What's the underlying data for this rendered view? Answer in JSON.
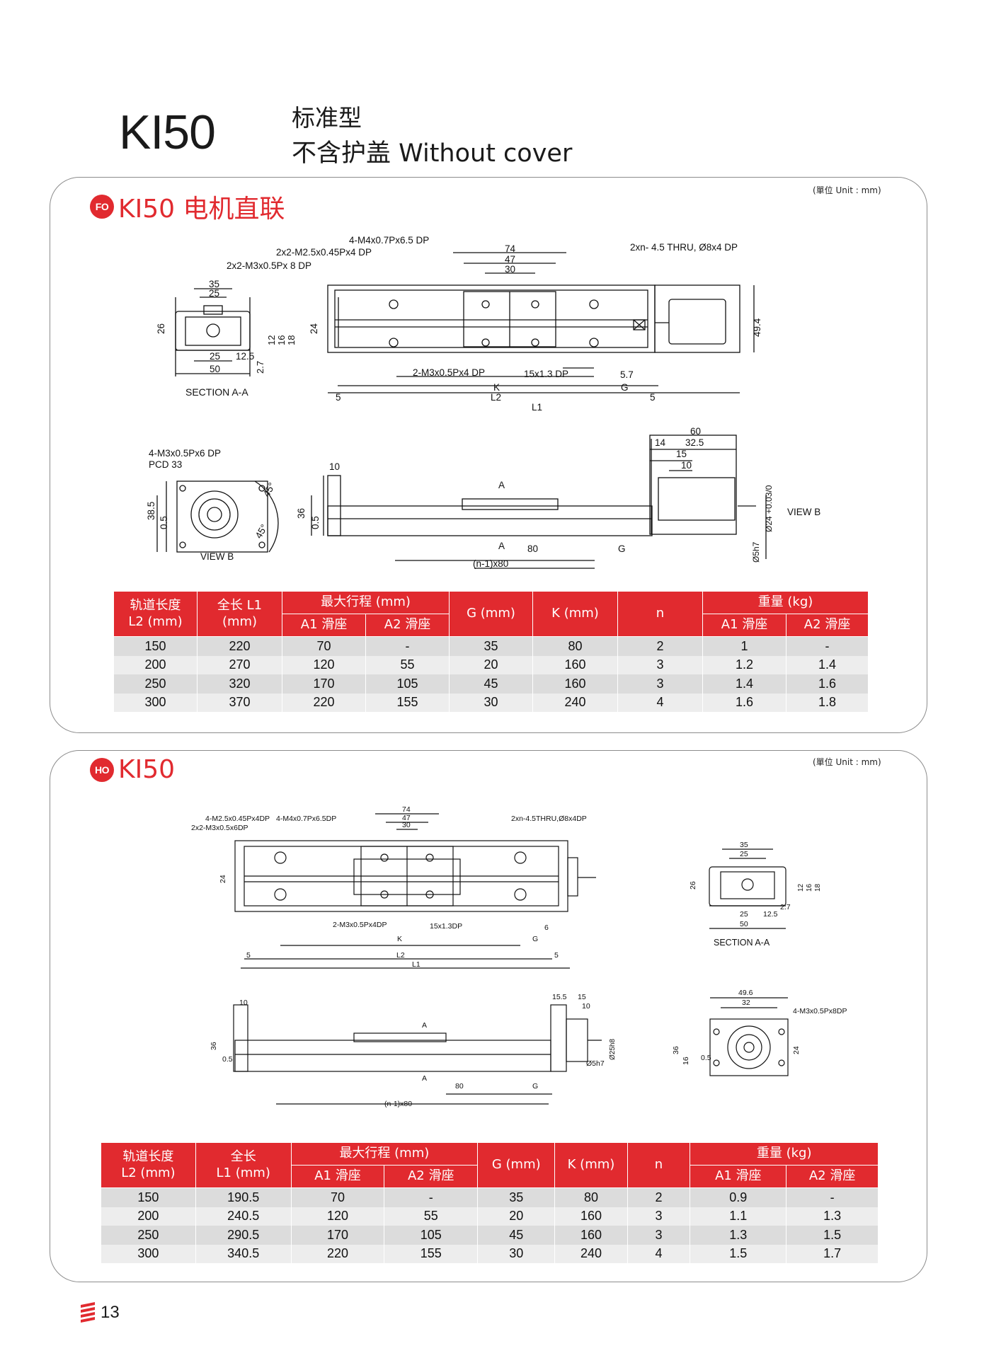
{
  "header": {
    "model": "KI50",
    "subtitle_line1": "标准型",
    "subtitle_line2": "不含护盖 Without cover"
  },
  "colors": {
    "accent": "#e12a2f",
    "row_odd": "#dcdcdc",
    "row_even": "#ededed"
  },
  "section_fo": {
    "badge": "FO",
    "title": "KI50 电机直联",
    "unit_note": "(單位 Unit : mm)",
    "drawing_labels": {
      "callout_m4": "4-M4x0.7Px6.5 DP",
      "callout_m25": "2x2-M2.5x0.45Px4 DP",
      "callout_m3": "2x2-M3x0.5Px 8 DP",
      "callout_thru": "2xn- 4.5 THRU, Ø8x4 DP",
      "callout_m3_bottom": "2-M3x0.5Px4 DP",
      "callout_15x13": "15x1.3 DP",
      "dim_74": "74",
      "dim_47": "47",
      "dim_30": "30",
      "dim_35": "35",
      "dim_25": "25",
      "dim_26": "26",
      "dim_24": "24",
      "dim_12": "12",
      "dim_16": "16",
      "dim_18": "18",
      "dim_25b": "25",
      "dim_125": "12.5",
      "dim_27": "2.7",
      "dim_50": "50",
      "dim_494": "49.4",
      "dim_57": "5.7",
      "dim_k": "K",
      "dim_g": "G",
      "dim_l2": "L2",
      "dim_l1": "L1",
      "dim_5a": "5",
      "dim_5b": "5",
      "section_aa": "SECTION A-A",
      "callout_pcd_1": "4-M3x0.5Px6 DP",
      "callout_pcd_2": "PCD 33",
      "dim_385": "38.5",
      "dim_05": "0.5",
      "dim_45a": "45°",
      "dim_45b": "45°",
      "view_b": "VIEW B",
      "dim_10": "10",
      "dim_36": "36",
      "dim_05b": "0.5",
      "label_a_top": "A",
      "label_a_bottom": "A",
      "dim_80": "80",
      "dim_g2": "G",
      "dim_n1x80": "(n-1)x80",
      "dim_60": "60",
      "dim_14": "14",
      "dim_325": "32.5",
      "dim_15": "15",
      "dim_10b": "10",
      "dim_24tol": "Ø24 +0.03/0",
      "dim_5h7": "Ø5h7",
      "view_b_arrow": "VIEW B"
    },
    "table": {
      "headers": {
        "rail_length": "轨道长度\nL2 (mm)",
        "total_length": "全长 L1\n(mm)",
        "max_stroke": "最大行程 (mm)",
        "g": "G (mm)",
        "k": "K (mm)",
        "n": "n",
        "weight": "重量 (kg)",
        "a1": "A1 滑座",
        "a2": "A2 滑座"
      },
      "rows": [
        [
          "150",
          "220",
          "70",
          "-",
          "35",
          "80",
          "2",
          "1",
          "-"
        ],
        [
          "200",
          "270",
          "120",
          "55",
          "20",
          "160",
          "3",
          "1.2",
          "1.4"
        ],
        [
          "250",
          "320",
          "170",
          "105",
          "45",
          "160",
          "3",
          "1.4",
          "1.6"
        ],
        [
          "300",
          "370",
          "220",
          "155",
          "30",
          "240",
          "4",
          "1.6",
          "1.8"
        ]
      ]
    }
  },
  "section_ho": {
    "badge": "HO",
    "title": "KI50",
    "unit_note": "(單位 Unit : mm)",
    "drawing_labels": {
      "callout_m25": "4-M2.5x0.45Px4DP",
      "callout_m4": "4-M4x0.7Px6.5DP",
      "callout_m3": "2x2-M3x0.5x6DP",
      "callout_thru": "2xn-4.5THRU,Ø8x4DP",
      "callout_m3_bottom": "2-M3x0.5Px4DP",
      "callout_15x13": "15x1.3DP",
      "dim_74": "74",
      "dim_47": "47",
      "dim_30": "30",
      "dim_24": "24",
      "dim_k": "K",
      "dim_g": "G",
      "dim_6": "6",
      "dim_5a": "5",
      "dim_5b": "5",
      "dim_l2": "L2",
      "dim_l1": "L1",
      "dim_35": "35",
      "dim_25": "25",
      "dim_26": "26",
      "dim_12": "12",
      "dim_16": "16",
      "dim_18": "18",
      "dim_25b": "25",
      "dim_125": "12.5",
      "dim_27": "2.7",
      "dim_50": "50",
      "section_aa": "SECTION  A-A",
      "dim_10": "10",
      "dim_36": "36",
      "dim_05": "0.5",
      "label_a_top": "A",
      "label_a_bottom": "A",
      "dim_80": "80",
      "dim_g2": "G",
      "dim_n1x80": "(n-1)x80",
      "dim_155": "15.5",
      "dim_15": "15",
      "dim_10b": "10",
      "dim_25h8": "Ø25h8",
      "dim_5h7": "Ø5h7",
      "dim_496": "49.6",
      "dim_32": "32",
      "callout_m3_8": "4-M3x0.5Px8DP",
      "dim_36b": "36",
      "dim_16b": "16",
      "dim_05b": "0.5",
      "dim_24b": "24"
    },
    "table": {
      "headers": {
        "rail_length": "轨道长度\nL2 (mm)",
        "total_length": "全长\nL1 (mm)",
        "max_stroke": "最大行程 (mm)",
        "g": "G (mm)",
        "k": "K (mm)",
        "n": "n",
        "weight": "重量 (kg)",
        "a1": "A1 滑座",
        "a2": "A2 滑座"
      },
      "rows": [
        [
          "150",
          "190.5",
          "70",
          "-",
          "35",
          "80",
          "2",
          "0.9",
          "-"
        ],
        [
          "200",
          "240.5",
          "120",
          "55",
          "20",
          "160",
          "3",
          "1.1",
          "1.3"
        ],
        [
          "250",
          "290.5",
          "170",
          "105",
          "45",
          "160",
          "3",
          "1.3",
          "1.5"
        ],
        [
          "300",
          "340.5",
          "220",
          "155",
          "30",
          "240",
          "4",
          "1.5",
          "1.7"
        ]
      ]
    }
  },
  "footer": {
    "page_number": "13",
    "logo_icon": "stacked-stripes-logo-icon"
  }
}
